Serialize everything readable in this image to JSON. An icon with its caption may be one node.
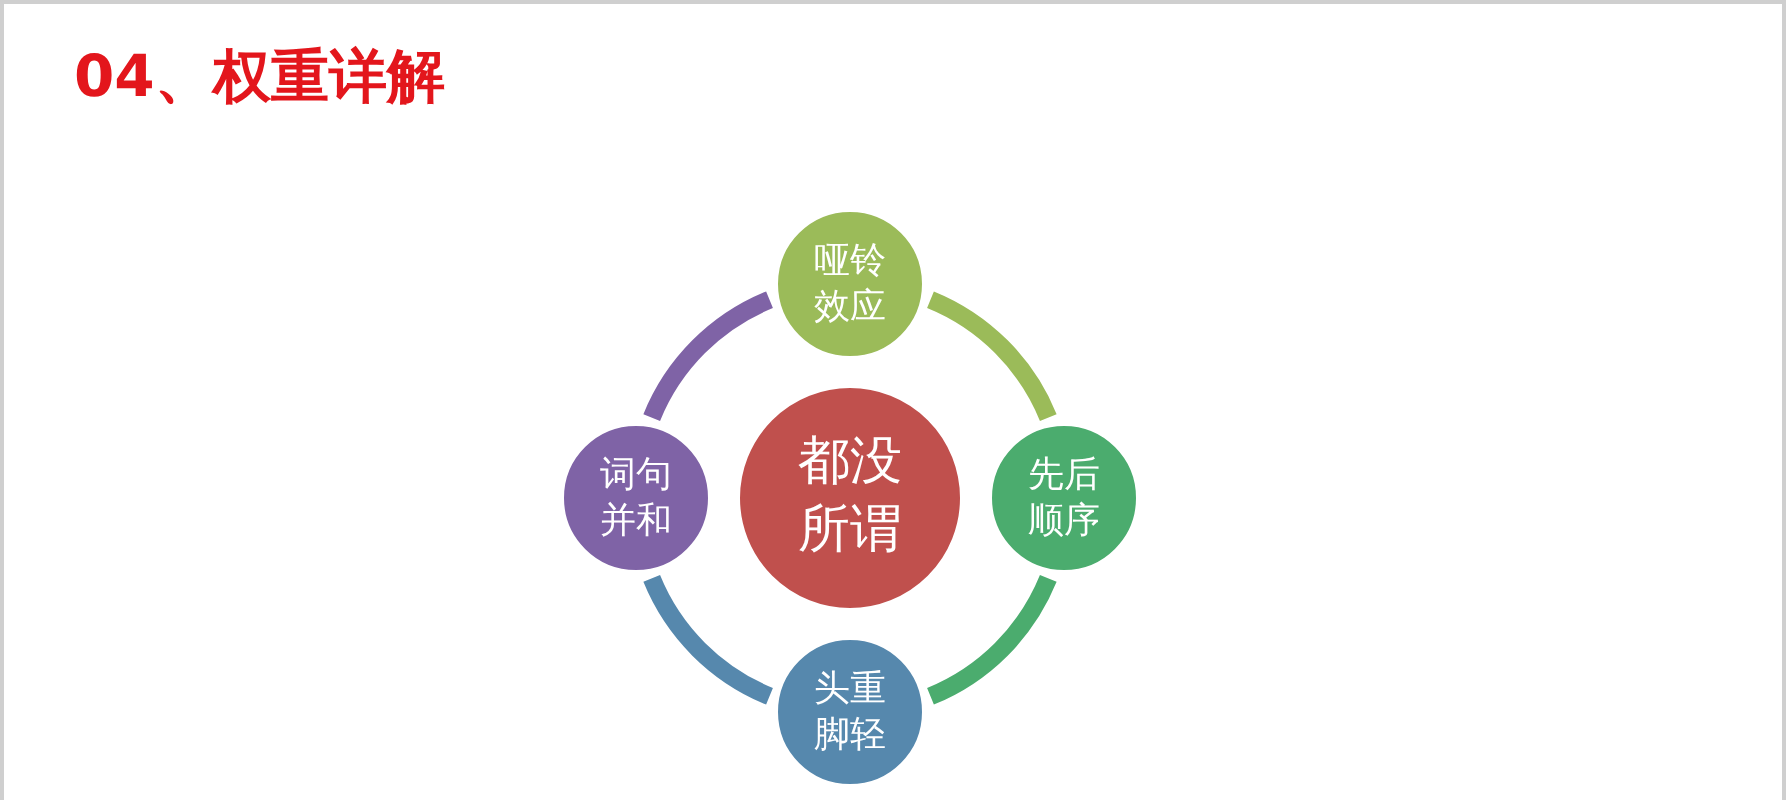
{
  "diagram": {
    "title": "04、权重详解",
    "nodes": [
      {
        "text": [
          "都没所谓"
        ]
      },
      {
        "text": [
          "哑铃效应"
        ]
      },
      {
        "text": [
          "先后顺序"
        ]
      },
      {
        "text": [
          "头重脚轻"
        ]
      },
      {
        "text": [
          "词句并和"
        ]
      }
    ],
    "edges": [
      {
        "from": 1,
        "to": 2,
        "arrow": "none",
        "color": "#9bbb59"
      },
      {
        "from": 2,
        "to": 3,
        "arrow": "none",
        "color": "#4bac6e"
      },
      {
        "from": 3,
        "to": 4,
        "arrow": "none",
        "color": "#5688ad"
      },
      {
        "from": 4,
        "to": 1,
        "arrow": "none",
        "color": "#7f63a6"
      }
    ]
  }
}
